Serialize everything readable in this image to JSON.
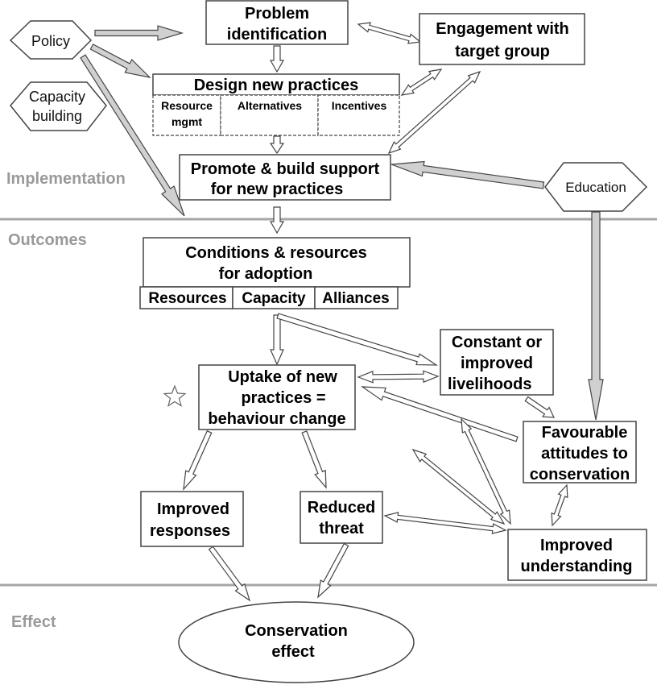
{
  "colors": {
    "box_stroke": "#444444",
    "arrow_stroke": "#444444",
    "grey_arrow_fill": "#d0d0d0",
    "divider": "#a6a6a6",
    "section_label": "#9a9a9a",
    "star": "#666666"
  },
  "sections": {
    "implementation": "Implementation",
    "outcomes": "Outcomes",
    "effect": "Effect"
  },
  "drivers": {
    "policy": "Policy",
    "capacity_building": [
      "Capacity",
      "building"
    ],
    "education": "Education"
  },
  "nodes": {
    "problem_identification": [
      "Problem",
      "identification"
    ],
    "engagement": [
      "Engagement with",
      "target group"
    ],
    "design": {
      "title": "Design new practices",
      "cells": [
        [
          "Resource",
          "mgmt"
        ],
        [
          "Alternatives"
        ],
        [
          "Incentives"
        ]
      ]
    },
    "promote": [
      "Promote & build support",
      "for new practices"
    ],
    "conditions": {
      "title": [
        "Conditions & resources",
        "for adoption"
      ],
      "cells": [
        "Resources",
        "Capacity",
        "Alliances"
      ]
    },
    "livelihoods": [
      "Constant or",
      "improved",
      "livelihoods"
    ],
    "uptake": [
      "Uptake of new",
      "practices =",
      "behaviour change"
    ],
    "attitudes": [
      "Favourable",
      "attitudes to",
      "conservation"
    ],
    "responses": [
      "Improved",
      "responses"
    ],
    "threat": [
      "Reduced",
      "threat"
    ],
    "understanding": [
      "Improved",
      "understanding"
    ],
    "conservation_effect": [
      "Conservation",
      "effect"
    ]
  },
  "marker": {
    "icon": "star-icon"
  }
}
